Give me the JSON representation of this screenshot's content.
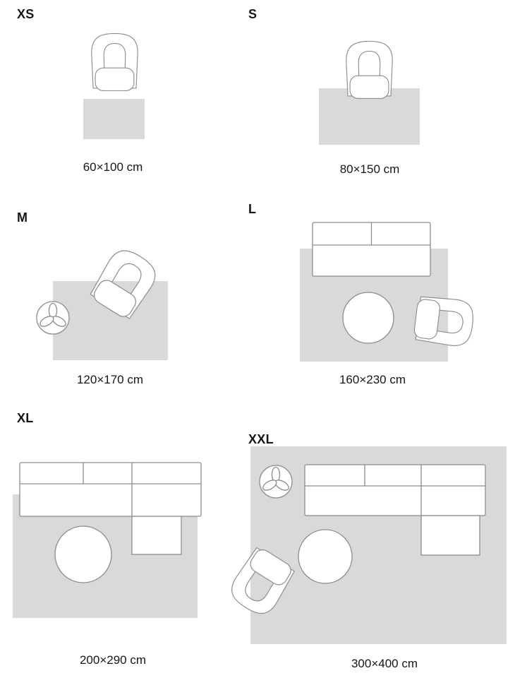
{
  "colors": {
    "background": "#ffffff",
    "rug": "#d9d9d9",
    "outline": "#8c8c8c",
    "text": "#161616"
  },
  "panels": [
    {
      "id": "xs",
      "label": "XS",
      "dimension": "60×100 cm",
      "furniture": [
        "armchair"
      ]
    },
    {
      "id": "s",
      "label": "S",
      "dimension": "80×150 cm",
      "furniture": [
        "armchair"
      ]
    },
    {
      "id": "m",
      "label": "M",
      "dimension": "120×170 cm",
      "furniture": [
        "armchair",
        "plant"
      ]
    },
    {
      "id": "l",
      "label": "L",
      "dimension": "160×230 cm",
      "furniture": [
        "sofa",
        "coffee-table",
        "armchair"
      ]
    },
    {
      "id": "xl",
      "label": "XL",
      "dimension": "200×290 cm",
      "furniture": [
        "sectional-sofa",
        "coffee-table"
      ]
    },
    {
      "id": "xxl",
      "label": "XXL",
      "dimension": "300×400 cm",
      "furniture": [
        "sectional-sofa",
        "coffee-table",
        "armchair",
        "plant"
      ]
    }
  ]
}
